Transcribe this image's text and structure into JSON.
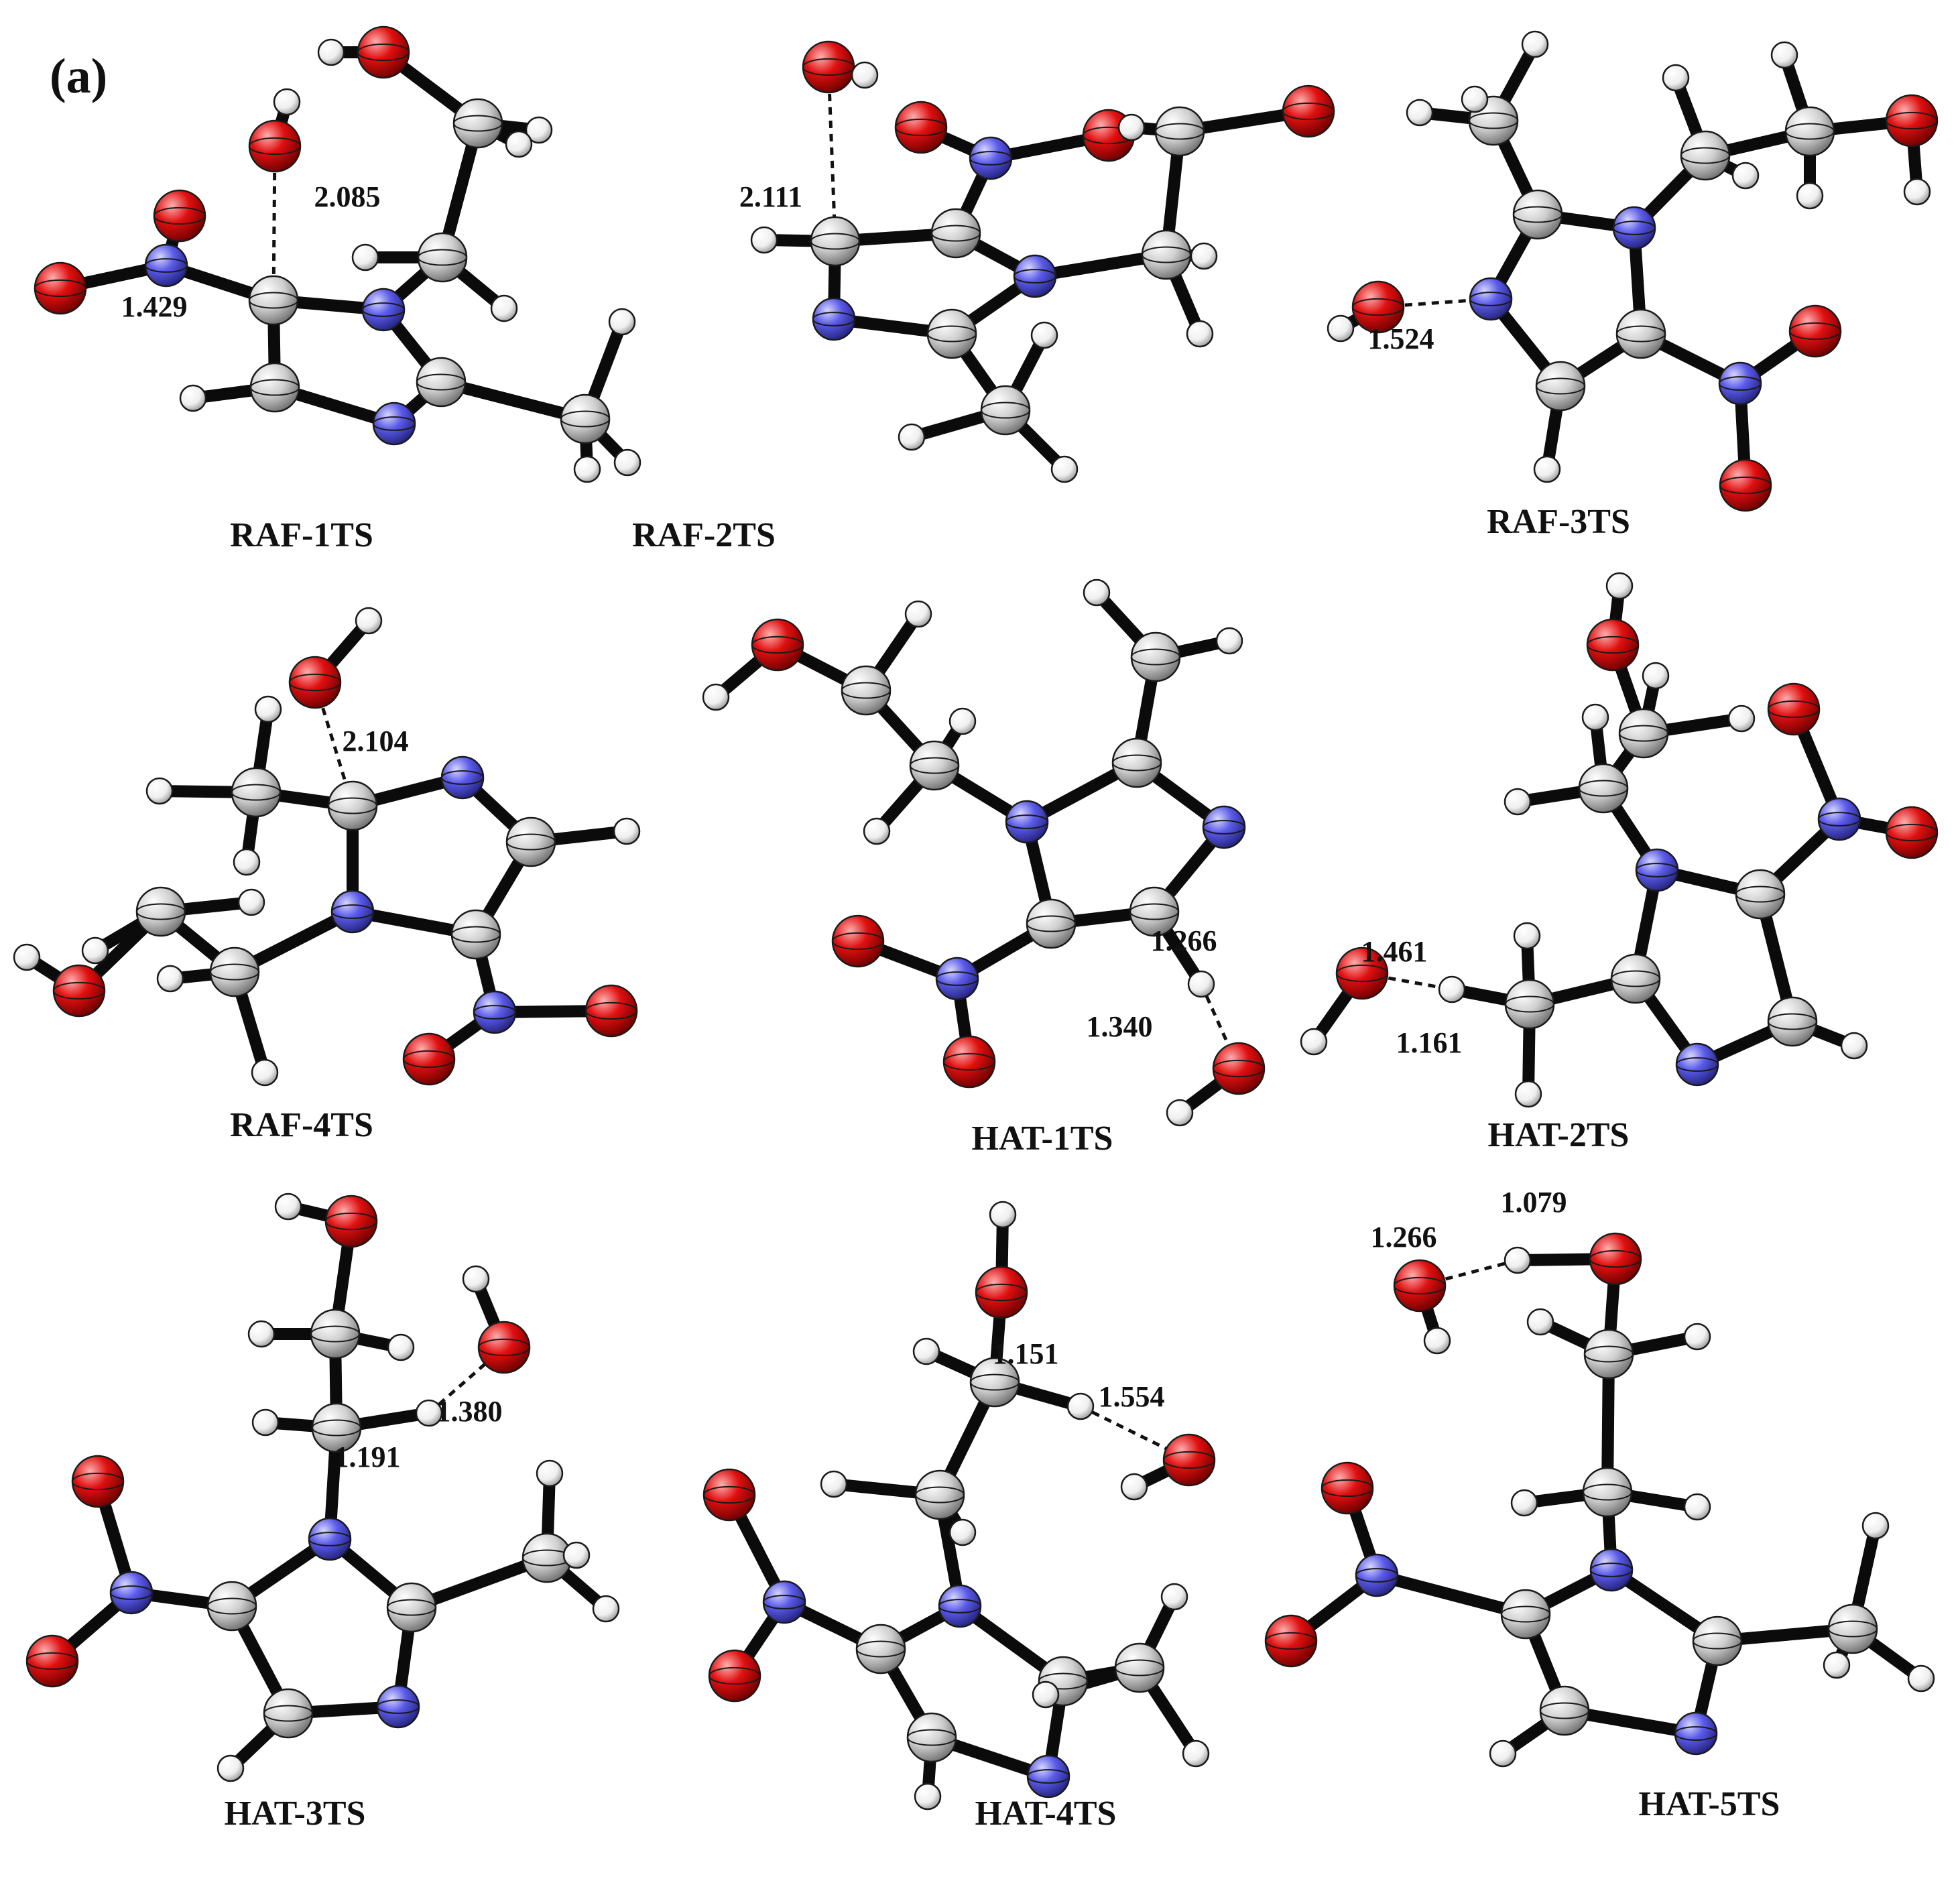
{
  "panel_label": "(a)",
  "colors": {
    "C": "#c9c9c9",
    "N": "#5b5bea",
    "O": "#e01010",
    "H": "#f4f4f4",
    "bond": "#0b0b0b"
  },
  "structures": [
    {
      "id": "RAF-1TS",
      "label": "RAF-1TS",
      "distances": [
        "2.085",
        "1.429"
      ]
    },
    {
      "id": "RAF-2TS",
      "label": "RAF-2TS",
      "distances": [
        "2.111"
      ]
    },
    {
      "id": "RAF-3TS",
      "label": "RAF-3TS",
      "distances": [
        "1.524"
      ]
    },
    {
      "id": "RAF-4TS",
      "label": "RAF-4TS",
      "distances": [
        "2.104"
      ]
    },
    {
      "id": "HAT-1TS",
      "label": "HAT-1TS",
      "distances": [
        "1.266",
        "1.340"
      ]
    },
    {
      "id": "HAT-2TS",
      "label": "HAT-2TS",
      "distances": [
        "1.461",
        "1.161"
      ]
    },
    {
      "id": "HAT-3TS",
      "label": "HAT-3TS",
      "distances": [
        "1.380",
        "1.191"
      ]
    },
    {
      "id": "HAT-4TS",
      "label": "HAT-4TS",
      "distances": [
        "1.151",
        "1.554"
      ]
    },
    {
      "id": "HAT-5TS",
      "label": "HAT-5TS",
      "distances": [
        "1.266",
        "1.079"
      ]
    }
  ]
}
